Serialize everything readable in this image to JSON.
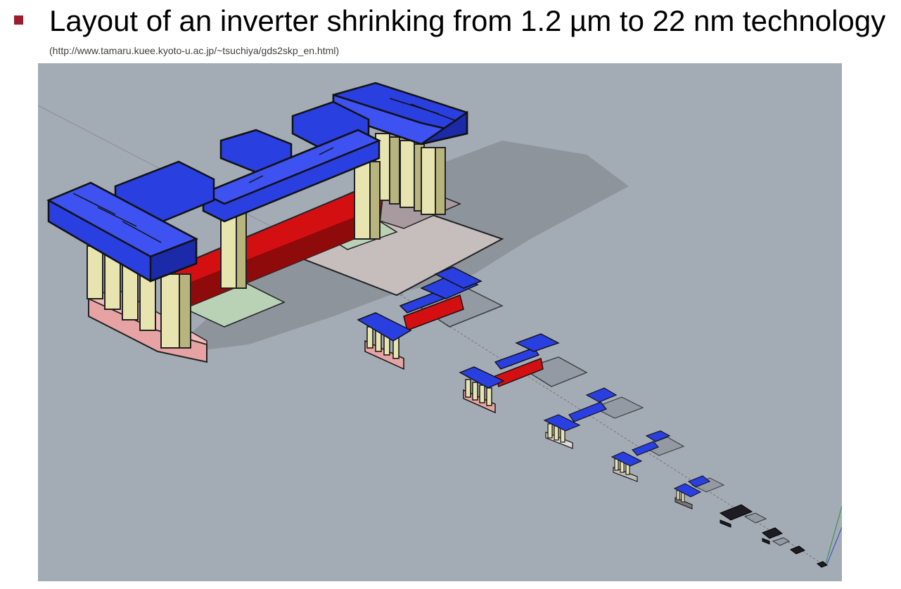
{
  "slide": {
    "title": "Layout of an inverter shrinking from 1.2 µm to 22 nm technology",
    "source": "(http://www.tamaru.kuee.kyoto-u.ac.jp/~tsuchiya/gds2skp_en.html)",
    "bullet_color": "#9b1c2c"
  },
  "figure": {
    "description_icon": "3d-inverter-render",
    "colors": {
      "background": "#a3abb5",
      "metal": "#2a3fe0",
      "metal_dark": "#1a2aa8",
      "via": "#e8e4b0",
      "via_dark": "#b8b47e",
      "poly": "#d40f12",
      "poly_dark": "#8e0a0b",
      "diffusion_p": "#e7a3a3",
      "diffusion_n": "#b9d2b6",
      "well": "#c6bdbd",
      "shadow": "#8a9099"
    }
  }
}
